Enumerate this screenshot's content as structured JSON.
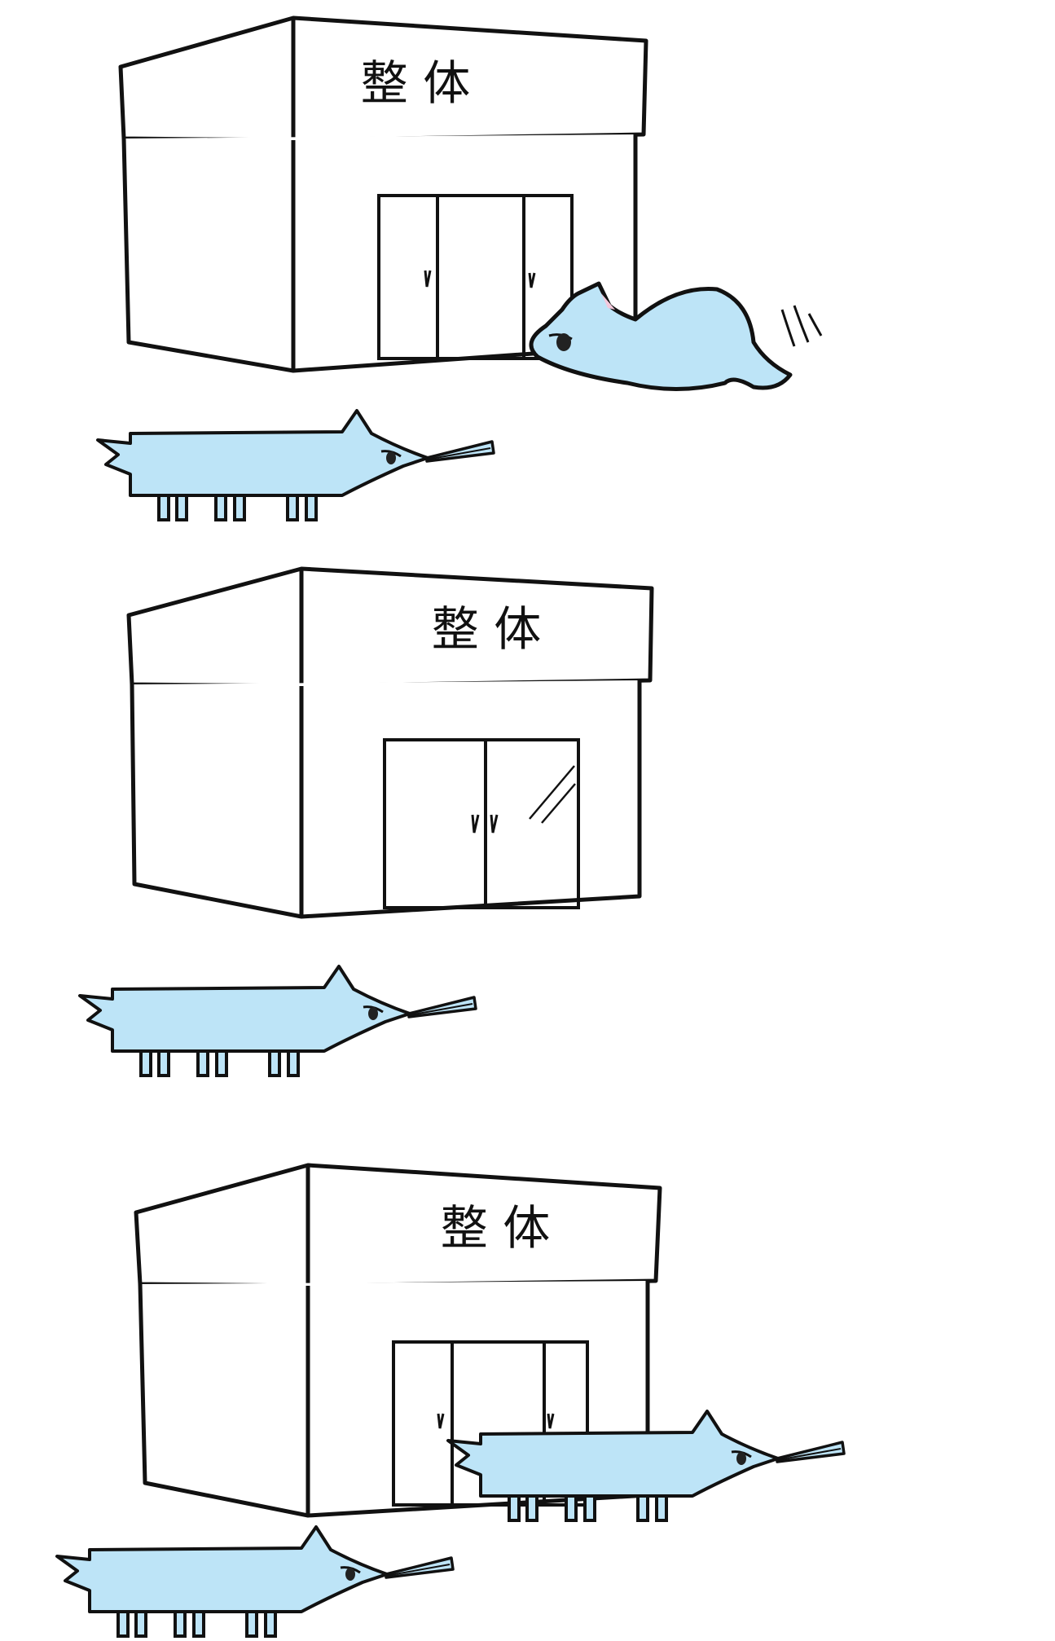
{
  "comic": {
    "panels": [
      {
        "id": "panel-1",
        "sign": "整 体",
        "door_style": "three-panel-sliding",
        "creatures": [
          "long-fox-outside",
          "blob-cat-entering"
        ]
      },
      {
        "id": "panel-2",
        "sign": "整 体",
        "door_style": "double-door-closed",
        "creatures": [
          "long-fox-outside"
        ]
      },
      {
        "id": "panel-3",
        "sign": "整 体",
        "door_style": "three-panel-sliding",
        "creatures": [
          "long-fox-outside",
          "long-fox-exiting"
        ]
      }
    ],
    "colors": {
      "creature_fill": "#bde4f7",
      "line": "#111111",
      "background": "#ffffff",
      "ear_inner": "#f3c9dc"
    }
  }
}
